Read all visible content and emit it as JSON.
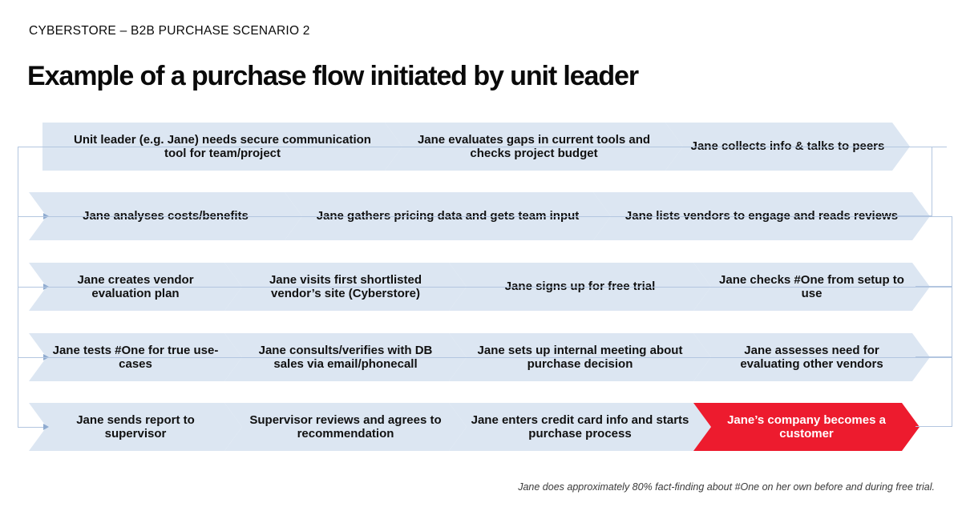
{
  "header": {
    "eyebrow": "CYBERSTORE – B2B PURCHASE SCENARIO 2",
    "headline": "Example of a purchase flow initiated by unit leader"
  },
  "flow": {
    "accent_color": "#ed1b2e",
    "step_color": "#dce6f2",
    "connector_color": "#b3c6e0",
    "rows": [
      {
        "steps": [
          {
            "label": "Unit leader (e.g. Jane) needs secure communication tool for team/project",
            "accent": false
          },
          {
            "label": "Jane evaluates gaps in current tools and checks project budget",
            "accent": false
          },
          {
            "label": "Jane collects info & talks to peers",
            "accent": false
          }
        ]
      },
      {
        "steps": [
          {
            "label": "Jane analyses costs/benefits",
            "accent": false
          },
          {
            "label": "Jane gathers pricing data and gets team input",
            "accent": false
          },
          {
            "label": "Jane lists vendors to engage and reads reviews",
            "accent": false
          }
        ]
      },
      {
        "steps": [
          {
            "label": "Jane creates vendor evaluation plan",
            "accent": false
          },
          {
            "label": "Jane visits first shortlisted vendor’s site (Cyberstore)",
            "accent": false
          },
          {
            "label": "Jane signs up for free trial",
            "accent": false
          },
          {
            "label": "Jane checks #One from setup to use",
            "accent": false
          }
        ]
      },
      {
        "steps": [
          {
            "label": "Jane tests #One for true use-cases",
            "accent": false
          },
          {
            "label": "Jane consults/verifies with DB sales via email/phonecall",
            "accent": false
          },
          {
            "label": "Jane sets up internal meeting about purchase decision",
            "accent": false
          },
          {
            "label": "Jane assesses need for evaluating other vendors",
            "accent": false
          }
        ]
      },
      {
        "steps": [
          {
            "label": "Jane sends report to supervisor",
            "accent": false
          },
          {
            "label": "Supervisor reviews and agrees to recommendation",
            "accent": false
          },
          {
            "label": "Jane enters credit card info and starts purchase process",
            "accent": false
          },
          {
            "label": "Jane’s company becomes a customer",
            "accent": true
          }
        ]
      }
    ]
  },
  "footnote": {
    "text": "Jane does approximately 80% fact-finding about #One on her own before and during free trial."
  }
}
